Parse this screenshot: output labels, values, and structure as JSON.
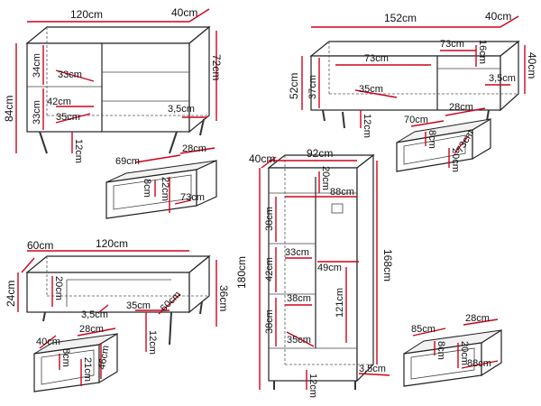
{
  "colors": {
    "dimension_line": "#d0021b",
    "outline": "#222222",
    "background": "#ffffff"
  },
  "sideboard": {
    "width": "120cm",
    "depth": "40cm",
    "height_total": "84cm",
    "height_body": "72cm",
    "shelf_upper_h": "34cm",
    "shelf_lower_h": "33cm",
    "shelf_upper_w": "33cm",
    "shelf_lower_w": "42cm",
    "shelf_depth": "35cm",
    "leg_height": "12cm",
    "door_offset": "3,5cm",
    "drawer": {
      "width": "69cm",
      "depth": "28cm",
      "height": "8cm",
      "inner_h": "22cm",
      "inner_w": "73cm"
    }
  },
  "tv_stand": {
    "width": "152cm",
    "depth": "40cm",
    "height_total": "52cm",
    "height_body": "40cm",
    "top_shelf_w": "73cm",
    "top_shelf_h": "16cm",
    "open_shelf_w": "73cm",
    "open_shelf_h": "37cm",
    "shelf_depth": "35cm",
    "offset": "3,5cm",
    "leg_height": "12cm",
    "drawer": {
      "width": "70cm",
      "depth": "28cm",
      "height": "8cm",
      "inner_h": "20cm",
      "inner_w": "73cm"
    }
  },
  "coffee_table": {
    "width": "120cm",
    "depth": "60cm",
    "height_total": "36cm",
    "height_body": "24cm",
    "inner_h": "20cm",
    "offset": "3,5cm",
    "shelf_w": "35cm",
    "shelf_d": "60cm",
    "leg_height": "12cm",
    "drawer": {
      "width": "28cm",
      "depth": "40cm",
      "height": "8cm",
      "inner_h": "21cm",
      "inner_w": "46cm"
    }
  },
  "wardrobe": {
    "width": "92cm",
    "depth": "40cm",
    "height_total": "180cm",
    "height_body": "168cm",
    "top_gap": "20cm",
    "rail_w": "88cm",
    "shelf1_h": "38cm",
    "shelf2_h": "42cm",
    "shelf3_h": "38cm",
    "shelf1_w": "33cm",
    "shelf_w_mid": "49cm",
    "shelf3_w": "38cm",
    "hanging_h": "121cm",
    "shelf_depth": "35cm",
    "offset": "3,5cm",
    "leg_height": "12cm",
    "drawer": {
      "width": "85cm",
      "depth": "28cm",
      "height": "8cm",
      "inner_h": "20cm",
      "inner_w": "88cm"
    }
  }
}
